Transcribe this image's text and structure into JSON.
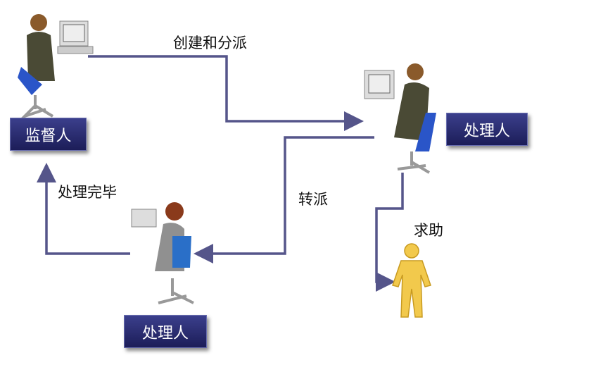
{
  "roles": {
    "supervisor": "监督人",
    "handler_right": "处理人",
    "handler_bottom": "处理人"
  },
  "edges": {
    "create_assign": "创建和分派",
    "done": "处理完毕",
    "transfer": "转派",
    "help": "求助"
  },
  "colors": {
    "arrow": "#55558a",
    "box": "#2a2d72",
    "person": "#f2c94c"
  }
}
